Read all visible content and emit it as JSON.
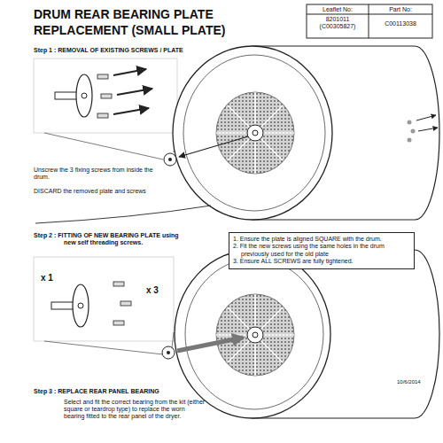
{
  "diagram": {
    "title": "DRUM REAR BEARING PLATE REPLACEMENT (SMALL PLATE)",
    "nodes": [
      {
        "text": [
          "1. Ensure the plate is aligned SQUARE with the drum.",
          "2. Fit the new screws using the same holes in the drum previously used for the old plate",
          "3. Ensure ALL SCREWS are fully tightened."
        ]
      }
    ],
    "labels": [
      "Leaflet No:",
      "Part No:",
      "8201011 (C00305827)",
      "C00113038",
      "Step 1 : REMOVAL OF EXISTING SCREWS / PLATE",
      "Unscrew the 3 fixing screws from inside the drum.",
      "DISCARD the removed plate and screws",
      "Step 2 : FITTING OF NEW BEARING PLATE using new self threading screws.",
      "x 1",
      "x 3",
      "10/6/2014",
      "Step 3 : REPLACE REAR PANEL BEARING",
      "Select and fit the correct bearing from the kit (either square or teardrop type) to replace the worn bearing fitted to the rear panel of the dryer."
    ]
  }
}
